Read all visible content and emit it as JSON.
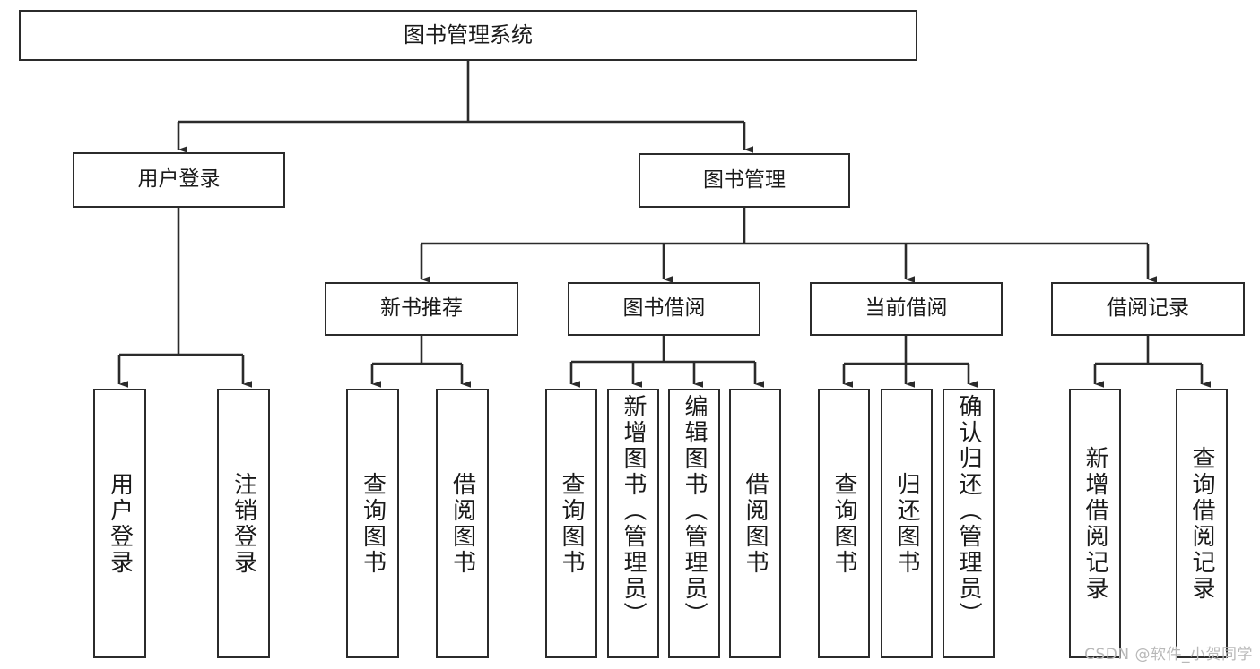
{
  "diagram": {
    "type": "hierarchy-tree",
    "title": "图书管理系统",
    "watermark": "CSDN @软件_小贺同学",
    "colors": {
      "box_border": "#2b2b2b",
      "box_fill": "#ffffff",
      "edge": "#2b2b2b",
      "text": "#1a1a1a",
      "watermark": "#b8b8b8",
      "background": "#ffffff"
    },
    "levels": [
      {
        "level": 1,
        "nodes": [
          {
            "id": "root",
            "label": "图书管理系统",
            "orientation": "horizontal"
          }
        ]
      },
      {
        "level": 2,
        "nodes": [
          {
            "id": "user-login",
            "label": "用户登录",
            "orientation": "horizontal"
          },
          {
            "id": "book-manage",
            "label": "图书管理",
            "orientation": "horizontal"
          }
        ]
      },
      {
        "level": 3,
        "nodes": [
          {
            "id": "new-book-rec",
            "label": "新书推荐",
            "orientation": "horizontal"
          },
          {
            "id": "book-borrow",
            "label": "图书借阅",
            "orientation": "horizontal"
          },
          {
            "id": "current-borrow",
            "label": "当前借阅",
            "orientation": "horizontal"
          },
          {
            "id": "borrow-record",
            "label": "借阅记录",
            "orientation": "horizontal"
          }
        ]
      },
      {
        "level": 4,
        "nodes": [
          {
            "id": "leaf-user-login",
            "label": "用户登录",
            "orientation": "vertical",
            "align": "middle"
          },
          {
            "id": "leaf-logout",
            "label": "注销登录",
            "orientation": "vertical",
            "align": "middle"
          },
          {
            "id": "leaf-query-book-1",
            "label": "查询图书",
            "orientation": "vertical",
            "align": "middle"
          },
          {
            "id": "leaf-borrow-book-1",
            "label": "借阅图书",
            "orientation": "vertical",
            "align": "middle"
          },
          {
            "id": "leaf-query-book-2",
            "label": "查询图书",
            "orientation": "vertical",
            "align": "middle"
          },
          {
            "id": "leaf-add-book-admin",
            "label": "新增图书（管理员）",
            "orientation": "vertical",
            "align": "top"
          },
          {
            "id": "leaf-edit-book-admin",
            "label": "编辑图书（管理员）",
            "orientation": "vertical",
            "align": "top"
          },
          {
            "id": "leaf-borrow-book-2",
            "label": "借阅图书",
            "orientation": "vertical",
            "align": "middle"
          },
          {
            "id": "leaf-query-book-3",
            "label": "查询图书",
            "orientation": "vertical",
            "align": "middle"
          },
          {
            "id": "leaf-return-book",
            "label": "归还图书",
            "orientation": "vertical",
            "align": "middle"
          },
          {
            "id": "leaf-confirm-return-admin",
            "label": "确认归还（管理员）",
            "orientation": "vertical",
            "align": "top"
          },
          {
            "id": "leaf-add-record",
            "label": "新增借阅记录",
            "orientation": "vertical",
            "align": "middle"
          },
          {
            "id": "leaf-query-record",
            "label": "查询借阅记录",
            "orientation": "vertical",
            "align": "middle"
          }
        ]
      }
    ],
    "relations": [
      {
        "from": "root",
        "to": "user-login"
      },
      {
        "from": "root",
        "to": "book-manage"
      },
      {
        "from": "user-login",
        "to": "leaf-user-login"
      },
      {
        "from": "user-login",
        "to": "leaf-logout"
      },
      {
        "from": "book-manage",
        "to": "new-book-rec"
      },
      {
        "from": "book-manage",
        "to": "book-borrow"
      },
      {
        "from": "book-manage",
        "to": "current-borrow"
      },
      {
        "from": "book-manage",
        "to": "borrow-record"
      },
      {
        "from": "new-book-rec",
        "to": "leaf-query-book-1"
      },
      {
        "from": "new-book-rec",
        "to": "leaf-borrow-book-1"
      },
      {
        "from": "book-borrow",
        "to": "leaf-query-book-2"
      },
      {
        "from": "book-borrow",
        "to": "leaf-add-book-admin"
      },
      {
        "from": "book-borrow",
        "to": "leaf-edit-book-admin"
      },
      {
        "from": "book-borrow",
        "to": "leaf-borrow-book-2"
      },
      {
        "from": "current-borrow",
        "to": "leaf-query-book-3"
      },
      {
        "from": "current-borrow",
        "to": "leaf-return-book"
      },
      {
        "from": "current-borrow",
        "to": "leaf-confirm-return-admin"
      },
      {
        "from": "borrow-record",
        "to": "leaf-add-record"
      },
      {
        "from": "borrow-record",
        "to": "leaf-query-record"
      }
    ]
  }
}
